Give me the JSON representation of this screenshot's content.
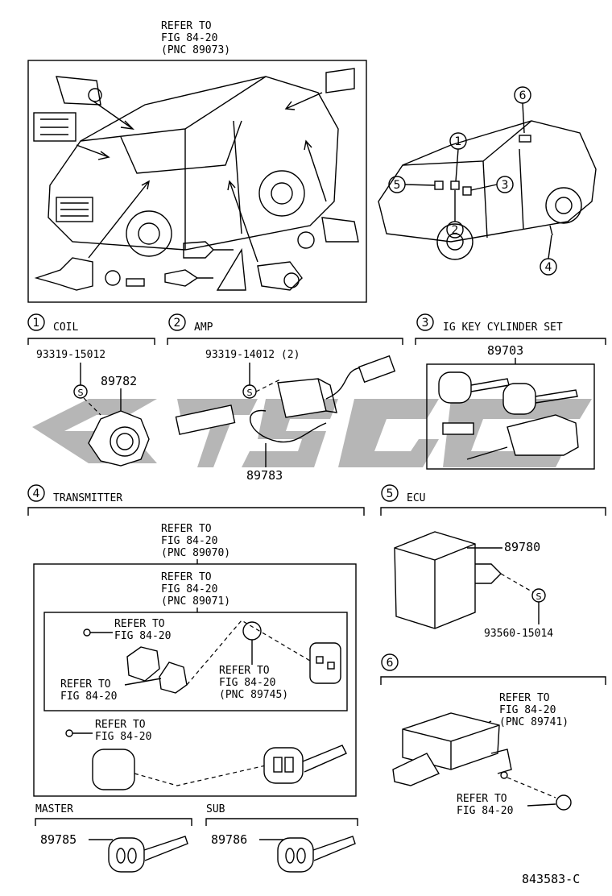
{
  "top_left": {
    "refer": [
      "REFER TO",
      "FIG 84-20",
      "(PNC 89073)"
    ]
  },
  "index_numbers": [
    "1",
    "2",
    "3",
    "4",
    "5",
    "6"
  ],
  "sections": {
    "coil": {
      "num": "1",
      "title": "COIL",
      "part_bolt": "93319-15012",
      "bolt_sym": "S",
      "part_main": "89782"
    },
    "amp": {
      "num": "2",
      "title": "AMP",
      "part_bolt": "93319-14012 (2)",
      "bolt_sym": "S",
      "part_main": "89783"
    },
    "ig": {
      "num": "3",
      "title": "IG KEY CYLINDER SET",
      "part_main": "89703"
    },
    "transmitter": {
      "num": "4",
      "title": "TRANSMITTER",
      "refer_outer": [
        "REFER TO",
        "FIG 84-20",
        "(PNC 89070)"
      ],
      "refer_inner_head": [
        "REFER TO",
        "FIG 84-20",
        "(PNC 89071)"
      ],
      "refer_screw": [
        "REFER TO",
        "FIG 84-20"
      ],
      "refer_case": [
        "REFER TO",
        "FIG 84-20"
      ],
      "refer_battery": [
        "REFER TO",
        "FIG 84-20",
        "(PNC 89745)"
      ],
      "refer_key_screw": [
        "REFER TO",
        "FIG 84-20"
      ]
    },
    "ecu": {
      "num": "5",
      "title": "ECU",
      "part_main": "89780",
      "bolt_sym": "S",
      "part_bolt": "93560-15014"
    },
    "six": {
      "num": "6",
      "refer_unit": [
        "REFER TO",
        "FIG 84-20",
        "(PNC 89741)"
      ],
      "refer_bolt": [
        "REFER TO",
        "FIG 84-20"
      ]
    },
    "master": {
      "title": "MASTER",
      "part_main": "89785"
    },
    "sub": {
      "title": "SUB",
      "part_main": "89786"
    }
  },
  "footer": {
    "code": "843583-C"
  }
}
